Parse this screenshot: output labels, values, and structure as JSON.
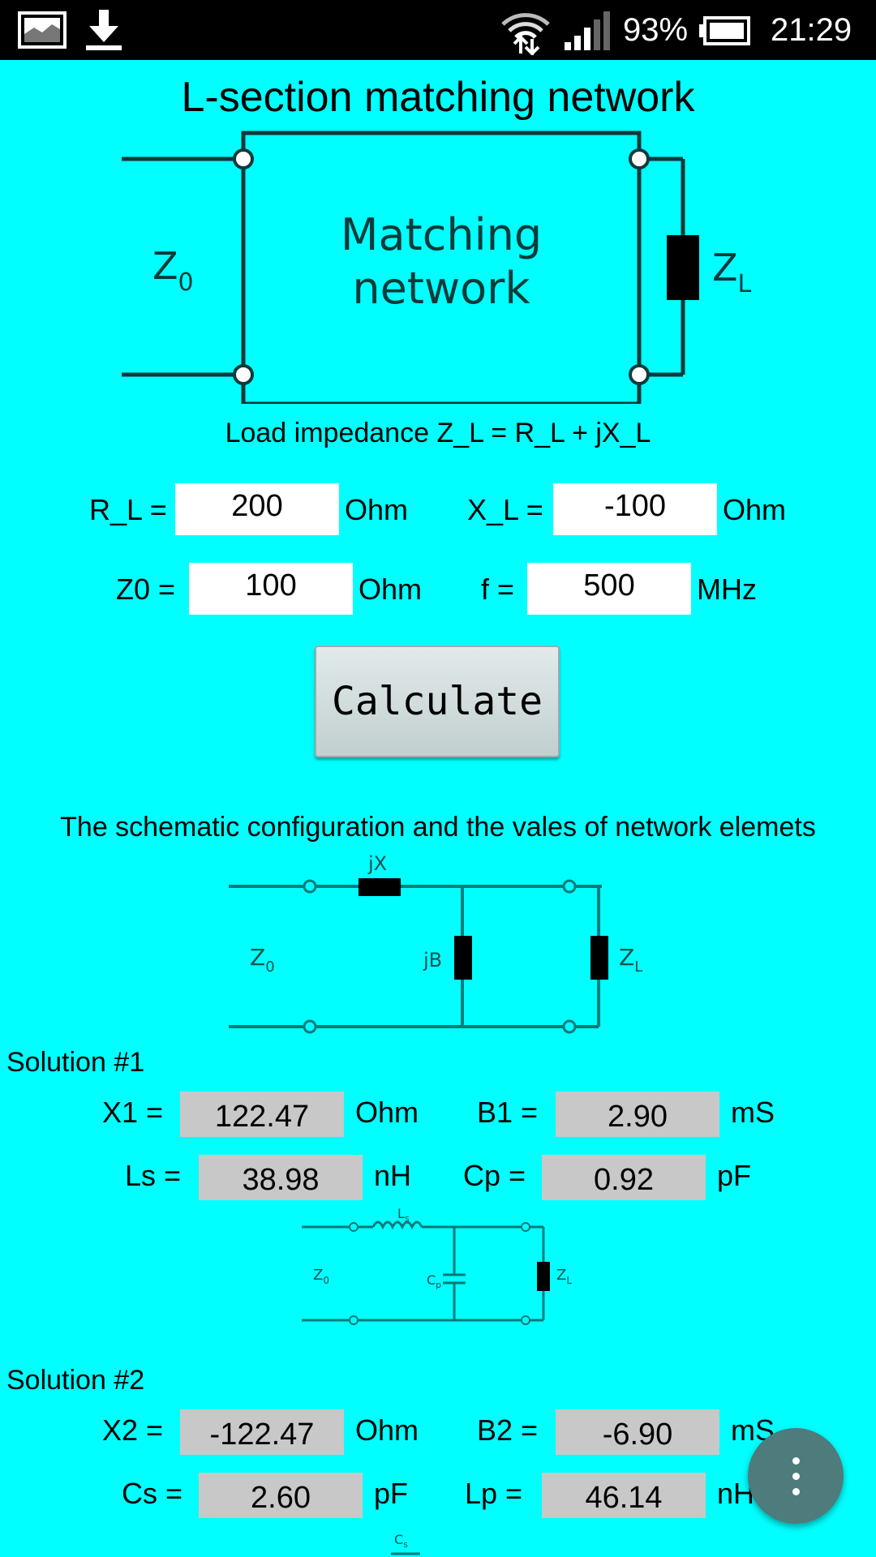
{
  "status_bar": {
    "battery_percent": "93%",
    "time": "21:29"
  },
  "header": {
    "title": "L-section matching network"
  },
  "diagram1": {
    "z0_label": "Z",
    "z0_sub": "0",
    "box_line1": "Matching",
    "box_line2": "network",
    "zl_label": "Z",
    "zl_sub": "L"
  },
  "load_caption": "Load impedance Z_L = R_L + jX_L",
  "inputs": {
    "rl_label": "R_L =",
    "rl_value": "200",
    "rl_unit": "Ohm",
    "xl_label": "X_L =",
    "xl_value": "-100",
    "xl_unit": "Ohm",
    "z0_label": "Z0 =",
    "z0_value": "100",
    "z0_unit": "Ohm",
    "f_label": "f =",
    "f_value": "500",
    "f_unit": "MHz"
  },
  "calculate_label": "Calculate",
  "schematic_caption": "The schematic configuration and the vales of network elemets",
  "diagram2": {
    "jx": "jX",
    "jb": "jB",
    "z0": "Z",
    "z0_sub": "0",
    "zl": "Z",
    "zl_sub": "L"
  },
  "solution1": {
    "heading": "Solution #1",
    "x1_label": "X1 =",
    "x1_value": "122.47",
    "x1_unit": "Ohm",
    "b1_label": "B1 =",
    "b1_value": "2.90",
    "b1_unit": "mS",
    "ls_label": "Ls =",
    "ls_value": "38.98",
    "ls_unit": "nH",
    "cp_label": "Cp =",
    "cp_value": "0.92",
    "cp_unit": "pF"
  },
  "diagram3": {
    "ls": "L",
    "ls_sub": "s",
    "cp": "C",
    "cp_sub": "p",
    "z0": "Z",
    "z0_sub": "0",
    "zl": "Z",
    "zl_sub": "L"
  },
  "solution2": {
    "heading": "Solution #2",
    "x2_label": "X2 =",
    "x2_value": "-122.47",
    "x2_unit": "Ohm",
    "b2_label": "B2 =",
    "b2_value": "-6.90",
    "b2_unit": "mS",
    "cs_label": "Cs =",
    "cs_value": "2.60",
    "cs_unit": "pF",
    "lp_label": "Lp =",
    "lp_value": "46.14",
    "lp_unit": "nH"
  },
  "diagram4": {
    "cs": "C",
    "cs_sub": "s"
  },
  "icons": {
    "gallery": "image-icon",
    "download": "download-icon",
    "wifi": "wifi-icon",
    "signal": "signal-icon",
    "battery": "battery-icon",
    "menu": "more-vert-icon"
  },
  "colors": {
    "background": "#00FFFF",
    "status_bar": "#000000",
    "output_field": "#C8C8C8",
    "fab": "#4E7C7C",
    "schematic_line": "#007A7A"
  }
}
